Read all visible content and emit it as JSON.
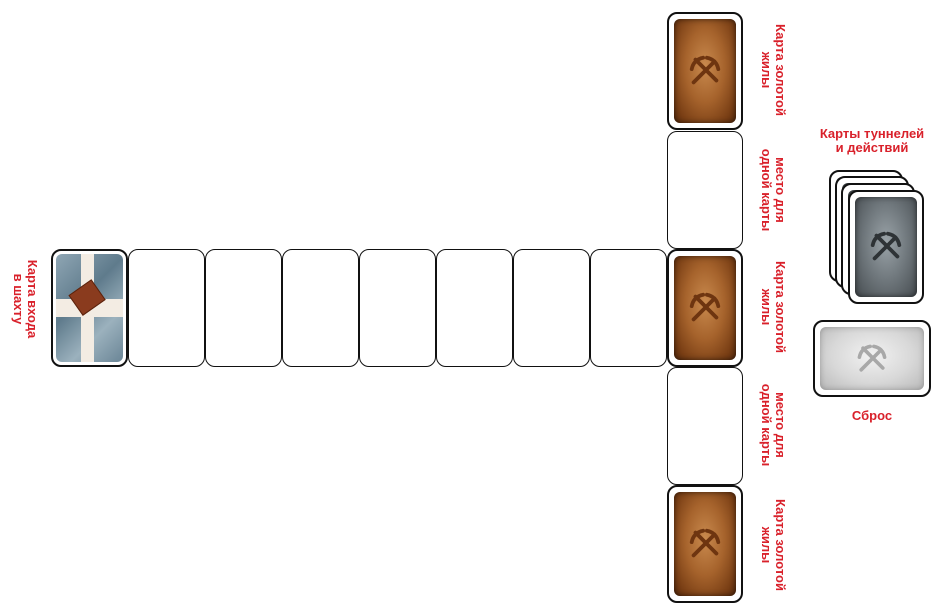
{
  "labels": {
    "gold_top": [
      "Карта золотой",
      "жилы"
    ],
    "slot_upper": [
      "место для",
      "одной карты"
    ],
    "gold_middle": [
      "Карта золотой",
      "жилы"
    ],
    "slot_lower": [
      "место для",
      "одной карты"
    ],
    "gold_bottom": [
      "Карта золотой",
      "жилы"
    ],
    "entry": [
      "Карта входа",
      "в шахту"
    ],
    "deck": [
      "Карты туннелей",
      "и действий"
    ],
    "discard": "Сброс"
  },
  "colors": {
    "label": "#d9212b",
    "gold_card": "#a6632c",
    "stone_card": "#6f777c",
    "discard_card": "#d8d8d8",
    "outline": "#111111"
  },
  "icons": {
    "card_emblem": "crossed-pickaxes-icon"
  }
}
